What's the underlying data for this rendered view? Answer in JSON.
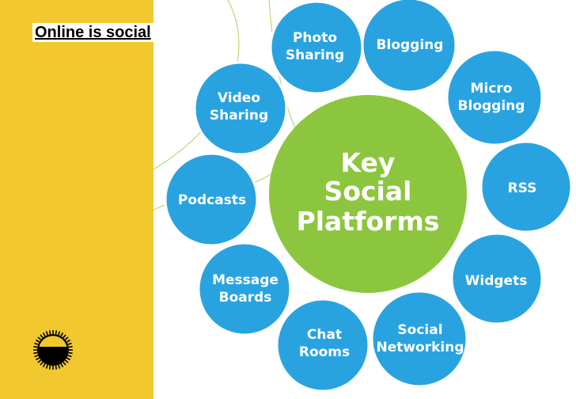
{
  "slide": {
    "title": "Online is social",
    "colors": {
      "sidebar": "#f2c82f",
      "bubble": "#29a3e0",
      "center": "#8cc63f",
      "text": "#ffffff",
      "decor_line": "#bcd77a"
    },
    "logo_icon": "half-filled-sun-icon"
  },
  "diagram": {
    "center": {
      "lines": [
        "Key",
        "Social",
        "Platforms"
      ]
    },
    "nodes": [
      {
        "id": "photo-sharing",
        "lines": [
          "Photo",
          "Sharing"
        ]
      },
      {
        "id": "blogging",
        "lines": [
          "Blogging"
        ]
      },
      {
        "id": "micro-blogging",
        "lines": [
          "Micro",
          "Blogging"
        ]
      },
      {
        "id": "rss",
        "lines": [
          "RSS"
        ]
      },
      {
        "id": "widgets",
        "lines": [
          "Widgets"
        ]
      },
      {
        "id": "social-networking",
        "lines": [
          "Social",
          "Networking"
        ]
      },
      {
        "id": "chat-rooms",
        "lines": [
          "Chat",
          "Rooms"
        ]
      },
      {
        "id": "message-boards",
        "lines": [
          "Message",
          "Boards"
        ]
      },
      {
        "id": "podcasts",
        "lines": [
          "Podcasts"
        ]
      },
      {
        "id": "video-sharing",
        "lines": [
          "Video",
          "Sharing"
        ]
      }
    ]
  }
}
